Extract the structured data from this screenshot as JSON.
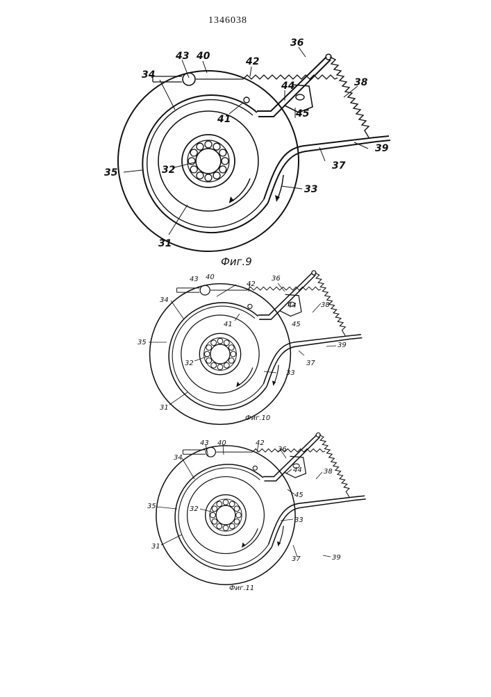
{
  "document": {
    "patent_number": "1346038",
    "figures": [
      {
        "caption": "Фиг.9",
        "labels": {
          "l31": "31",
          "l32": "32",
          "l33": "33",
          "l34": "34",
          "l35": "35",
          "l36": "36",
          "l37": "37",
          "l38": "38",
          "l39": "39",
          "l40": "40",
          "l41": "41",
          "l42": "42",
          "l43": "43",
          "l44": "44",
          "l45": "45"
        }
      },
      {
        "caption": "Фиг.10",
        "labels": {
          "l31": "31",
          "l32": "32",
          "l33": "33",
          "l34": "34",
          "l35": "35",
          "l36": "36",
          "l37": "37",
          "l38": "38",
          "l39": "39",
          "l40": "40",
          "l41": "41",
          "l42": "42",
          "l43": "43",
          "l44": "44",
          "l45": "45"
        }
      },
      {
        "caption": "Фиг.11",
        "labels": {
          "l31": "31",
          "l32": "32",
          "l33": "33",
          "l34": "34",
          "l35": "35",
          "l36": "36",
          "l37": "37",
          "l38": "38",
          "l39": "39",
          "l40": "40",
          "l42": "42",
          "l43": "43",
          "l44": "44",
          "l45": "45"
        }
      }
    ]
  }
}
